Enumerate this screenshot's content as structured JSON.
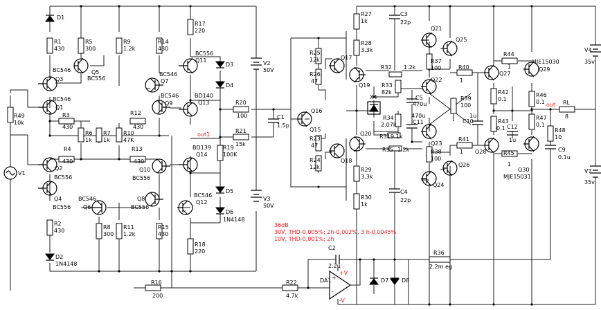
{
  "components": {
    "D1": {
      "label": "D1"
    },
    "R1": {
      "label": "R1",
      "value": "430"
    },
    "R5": {
      "label": "R5",
      "value": "300"
    },
    "Q5": {
      "label": "Q5",
      "value": "BC556"
    },
    "R9": {
      "label": "R9",
      "value": "1.2k"
    },
    "R14": {
      "label": "R14",
      "value": "430"
    },
    "Q3": {
      "label": "Q3",
      "value": "BC546"
    },
    "Q7": {
      "label": "Q7",
      "value": "BC546"
    },
    "Q1": {
      "label": "Q1",
      "value": "BC546"
    },
    "Q9": {
      "label": "Q9",
      "value": "BC546"
    },
    "R49": {
      "label": "R49",
      "value": "10k"
    },
    "R3": {
      "label": "R3",
      "value": "430"
    },
    "R12": {
      "label": "R12",
      "value": "430"
    },
    "R6": {
      "label": "R6",
      "value": "1k"
    },
    "R7": {
      "label": "R7",
      "value": "1k"
    },
    "R10": {
      "label": "R10",
      "value": "47K"
    },
    "R4": {
      "label": "R4",
      "value": "430"
    },
    "R13": {
      "label": "R13",
      "value": "430"
    },
    "V1": {
      "label": "V1"
    },
    "Q2": {
      "label": "Q2",
      "value": "BC556"
    },
    "Q10": {
      "label": "Q10",
      "value": "BC556"
    },
    "Q4": {
      "label": "Q4",
      "value": "BC556"
    },
    "Q6": {
      "label": "Q6",
      "value": "BC546"
    },
    "Q8": {
      "label": "Q8",
      "value": "BC556"
    },
    "R2": {
      "label": "R2",
      "value": "430"
    },
    "R8": {
      "label": "R8",
      "value": "300"
    },
    "R11": {
      "label": "R11",
      "value": "1.2k"
    },
    "R15": {
      "label": "R15",
      "value": "430"
    },
    "D2": {
      "label": "D2",
      "value": "1N4148"
    },
    "R17": {
      "label": "R17",
      "value": "220"
    },
    "Q11": {
      "label": "Q11",
      "value": "BC556"
    },
    "D3": {
      "label": "D3"
    },
    "D4": {
      "label": "D4"
    },
    "Q13": {
      "label": "Q13",
      "value": "BD140"
    },
    "V2": {
      "label": "V2",
      "value": "50V"
    },
    "R20": {
      "label": "R20",
      "value": "100"
    },
    "R21": {
      "label": "R21",
      "value": "15k"
    },
    "C1": {
      "label": "C1",
      "value": "1.5p"
    },
    "Q14": {
      "label": "Q14",
      "value": "BD139"
    },
    "R19": {
      "label": "R19",
      "value": "100K"
    },
    "D5": {
      "label": "D5"
    },
    "Q12": {
      "label": "Q12",
      "value": "BC546"
    },
    "V3": {
      "label": "V3",
      "value": "50V"
    },
    "D6": {
      "label": "D6",
      "value": "1N4148"
    },
    "R18": {
      "label": "R18",
      "value": "220"
    },
    "R16": {
      "label": "R16",
      "value": "200"
    },
    "R22": {
      "label": "R22",
      "value": "4.7k"
    },
    "DA1": {
      "label": "DA1"
    },
    "C2": {
      "label": "C2",
      "value": "2.2u"
    },
    "D7": {
      "label": "D7"
    },
    "D8": {
      "label": "D8"
    },
    "R36": {
      "label": "R36",
      "value": "2.2m eg"
    },
    "R25": {
      "label": "R25",
      "value": "12k"
    },
    "R26": {
      "label": "R26",
      "value": "47"
    },
    "Q17": {
      "label": "Q17"
    },
    "Q16": {
      "label": "Q16"
    },
    "Q15": {
      "label": "Q15"
    },
    "R23": {
      "label": "R23",
      "value": "47"
    },
    "R24": {
      "label": "R24",
      "value": "12k"
    },
    "Q18": {
      "label": "Q18"
    },
    "R27": {
      "label": "R27",
      "value": "1k"
    },
    "R28": {
      "label": "R28",
      "value": "3.3k"
    },
    "Q19": {
      "label": "Q19"
    },
    "R32": {
      "label": "R32",
      "value": "1.2k"
    },
    "R33": {
      "label": "R33",
      "value": "82k"
    },
    "X4": {
      "label": "X4"
    },
    "R34": {
      "label": "R34",
      "value": "2.07k"
    },
    "R31": {
      "label": "R31",
      "value": "9.1k"
    },
    "R35": {
      "label": "R35",
      "value": "1.2k"
    },
    "Q20": {
      "label": "Q20"
    },
    "R29": {
      "label": "R29",
      "value": "3.3k"
    },
    "R30": {
      "label": "R30",
      "value": "1k"
    },
    "C3": {
      "label": "C3",
      "value": "22p"
    },
    "C4": {
      "label": "C4",
      "value": "22p"
    },
    "C5": {
      "label": "C5",
      "value": "470u"
    },
    "C11": {
      "label": "C11",
      "value": "470u"
    },
    "Q21": {
      "label": "Q21"
    },
    "Q22": {
      "label": "Q22"
    },
    "Q23": {
      "label": "Q23"
    },
    "Q24": {
      "label": "Q24"
    },
    "Q25": {
      "label": "Q25"
    },
    "Q26": {
      "label": "Q26"
    },
    "R37": {
      "label": "R37",
      "value": "100"
    },
    "R38": {
      "label": "R38",
      "value": "100"
    },
    "R39": {
      "label": "R39",
      "value": "100"
    },
    "R40": {
      "label": "R40",
      "value": "1"
    },
    "R41": {
      "label": "R41",
      "value": "1"
    },
    "C10": {
      "label": "C10",
      "value": "1u"
    },
    "C12": {
      "label": "C12",
      "value": "1u"
    },
    "Q27": {
      "label": "Q27"
    },
    "Q28": {
      "label": "Q28"
    },
    "R42": {
      "label": "R42",
      "value": "0.1"
    },
    "R43": {
      "label": "R43",
      "value": "0.1"
    },
    "R44": {
      "label": "R44",
      "value": "1"
    },
    "R45": {
      "label": "R45",
      "value": "1"
    },
    "Q29": {
      "label": "Q29",
      "value": "MJE15030"
    },
    "Q30": {
      "label": "Q30",
      "value": "MJE15031"
    },
    "R46": {
      "label": "R46",
      "value": "0.1"
    },
    "R47": {
      "label": "R47",
      "value": "0.1"
    },
    "RL": {
      "label": "RL",
      "value": "8"
    },
    "R48": {
      "label": "R48",
      "value": "10"
    },
    "C9": {
      "label": "C9",
      "value": "0.1u"
    },
    "V4": {
      "label": "V4",
      "value": "35v"
    },
    "V7": {
      "label": "V7",
      "value": "35v"
    }
  },
  "nets": {
    "out1": "out1",
    "out": "out"
  },
  "annotations": {
    "gain": "36dB",
    "line1": "30V, THD-0,005%; 2h-0,002%, 3 h-0,0045%",
    "line2": "10V, THD-0,001%; 2h",
    "color": "#ee1c1c"
  },
  "opamp_pins": {
    "plus": "+",
    "vplus": "+V",
    "minus": "-",
    "vminus": "-V"
  }
}
